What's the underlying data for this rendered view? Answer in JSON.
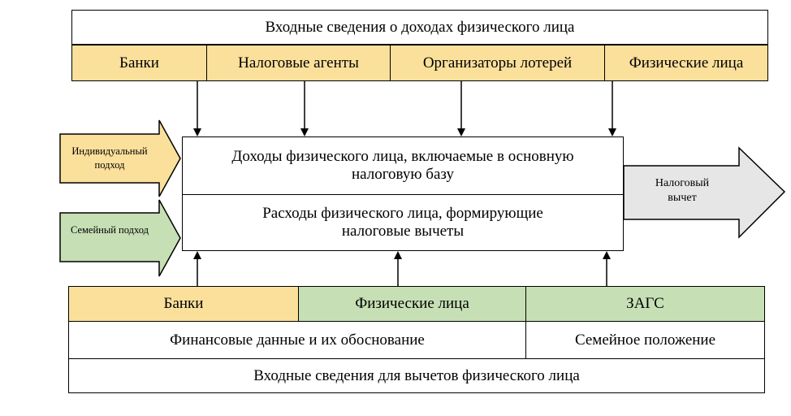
{
  "top": {
    "header": "Входные сведения о доходах физического лица",
    "sources": [
      "Банки",
      "Налоговые агенты",
      "Организаторы лотерей",
      "Физические лица"
    ]
  },
  "center": {
    "income": "Доходы физического лица, включаемые в основную налоговую базу",
    "expenses": "Расходы физического лица, формирующие налоговые вычеты"
  },
  "left_arrows": {
    "individual": "Индивидуальный подход",
    "family": "Семейный подход"
  },
  "right_arrow": {
    "label": "Налоговый вычет"
  },
  "bottom": {
    "sources": [
      "Банки",
      "Физические лица",
      "ЗАГС"
    ],
    "financial": "Финансовые данные и их обоснование",
    "family_status": "Семейное положение",
    "footer": "Входные сведения для вычетов физического лица"
  },
  "colors": {
    "yellow": "#fbe09b",
    "green": "#c6dfb4",
    "grey": "#e6e6e6"
  }
}
